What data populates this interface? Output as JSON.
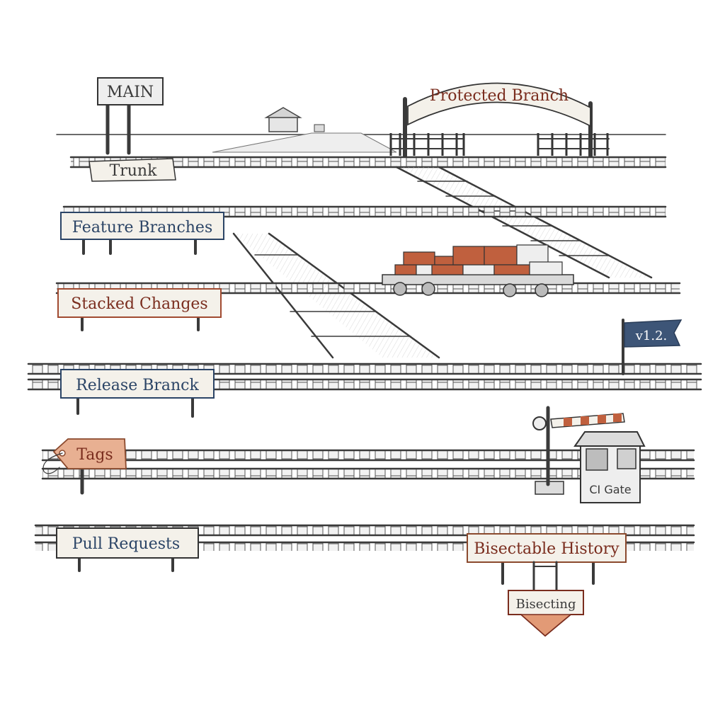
{
  "labels": {
    "main": "MAIN",
    "trunk": "Trunk",
    "protected": "Protected Branch",
    "feature": "Feature Branches",
    "stacked": "Stacked Changes",
    "release": "Release Branck",
    "version": "v1.2.",
    "tags": "Tags",
    "ci_gate": "CI Gate",
    "pull_requests": "Pull Requests",
    "bisectable": "Bisectable History",
    "bisecting": "Bisecting"
  },
  "colors": {
    "ink": "#3a3a3a",
    "blue_ink": "#2b4466",
    "red_ink": "#7a2d1e",
    "brick": "#c0603e",
    "flag": "#3d5577",
    "sign_fill": "#f4f1ea"
  }
}
